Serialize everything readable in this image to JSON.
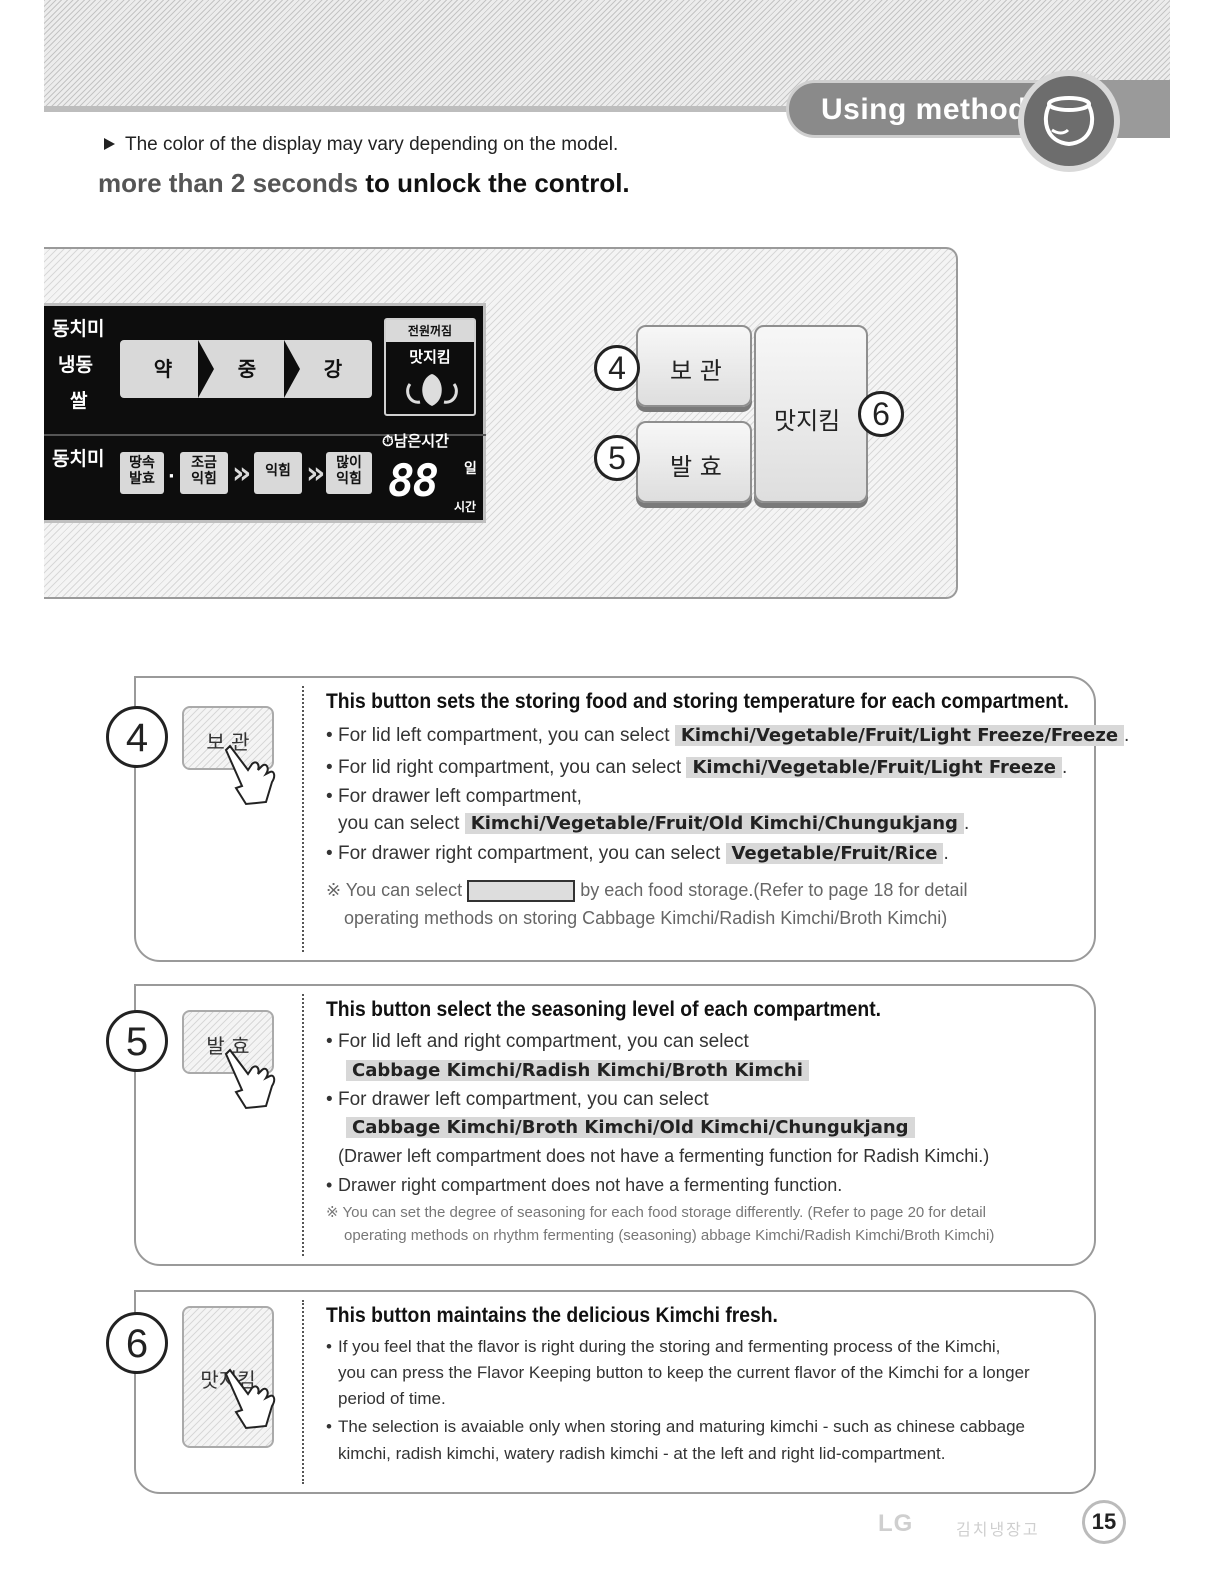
{
  "header": {
    "section_title": "Using method"
  },
  "notes": {
    "color_note": "The color of the display may vary depending on the model.",
    "unlock_grey": "more than 2 seconds",
    "unlock_bold": "to unlock the control."
  },
  "panel": {
    "left_labels": [
      "동치미",
      "냉동",
      "쌀"
    ],
    "bottom_label": "동치미",
    "levels": [
      "약",
      "중",
      "강"
    ],
    "power_off": "전원꺼짐",
    "flavor_keep": "맛지킴",
    "remaining_time": "남은시간",
    "digits": "88",
    "unit_day": "일",
    "unit_hour": "시간",
    "ferment_stages": [
      "땅속\n발효",
      "조금\n익힘",
      "익힘",
      "많이\n익힘"
    ],
    "button4": {
      "num": "4",
      "label": "보 관"
    },
    "button5": {
      "num": "5",
      "label": "발 효"
    },
    "button6": {
      "num": "6",
      "label": "맛지킴"
    }
  },
  "sections": [
    {
      "num": "4",
      "button_label": "보 관",
      "title": "This button sets the storing food and storing temperature for each compartment.",
      "items": [
        {
          "pre": "For lid left compartment, you can select ",
          "hl": "Kimchi/Vegetable/Fruit/Light Freeze/Freeze",
          "post": "."
        },
        {
          "pre": "For lid right compartment, you can select ",
          "hl": "Kimchi/Vegetable/Fruit/Light Freeze",
          "post": "."
        },
        {
          "pre": "For drawer left compartment,",
          "hl": "",
          "post": ""
        },
        {
          "pre": "you can select ",
          "hl": "Kimchi/Vegetable/Fruit/Old Kimchi/Chungukjang",
          "post": "."
        },
        {
          "pre": "For drawer right compartment, you can select ",
          "hl": "Vegetable/Fruit/Rice",
          "post": "."
        }
      ],
      "note_pre": "You can select",
      "note_post": "by each food storage.(Refer to page 18 for detail",
      "note_line2": "operating methods on storing Cabbage Kimchi/Radish Kimchi/Broth Kimchi)"
    },
    {
      "num": "5",
      "button_label": "발 효",
      "title": "This button select the seasoning level of each compartment.",
      "items": [
        {
          "pre": "For lid left and right compartment, you can select",
          "hl": "",
          "post": ""
        },
        {
          "pre": "",
          "hl": "Cabbage Kimchi/Radish Kimchi/Broth Kimchi",
          "post": ""
        },
        {
          "pre": "For drawer left compartment, you can select",
          "hl": "",
          "post": ""
        },
        {
          "pre": "",
          "hl": "Cabbage Kimchi/Broth Kimchi/Old Kimchi/Chungukjang",
          "post": ""
        },
        {
          "pre": "(Drawer left compartment does not have a fermenting function for Radish Kimchi.)",
          "hl": "",
          "post": ""
        },
        {
          "pre": "Drawer right compartment does not have a fermenting function.",
          "hl": "",
          "post": ""
        }
      ],
      "note_line1": "You can set the degree of seasoning for each food storage differently. (Refer to page 20 for detail",
      "note_line2": "operating methods on rhythm fermenting (seasoning) abbage Kimchi/Radish Kimchi/Broth Kimchi)"
    },
    {
      "num": "6",
      "button_label": "맛지킴",
      "title": "This button maintains the delicious Kimchi fresh.",
      "items": [
        {
          "pre": "If you feel that the flavor is right during the storing and fermenting process of the Kimchi,",
          "hl": "",
          "post": ""
        },
        {
          "pre": "you can press the Flavor Keeping button to keep the current flavor of the Kimchi for a longer",
          "hl": "",
          "post": ""
        },
        {
          "pre": "period of time.",
          "hl": "",
          "post": ""
        },
        {
          "pre": "The selection is avaiable only when storing and maturing kimchi - such as chinese cabbage",
          "hl": "",
          "post": ""
        },
        {
          "pre": "kimchi, radish kimchi, watery radish kimchi - at the left and right lid-compartment.",
          "hl": "",
          "post": ""
        }
      ]
    }
  ],
  "footer": {
    "brand": "LG",
    "product": "김치냉장고",
    "page": "15"
  }
}
